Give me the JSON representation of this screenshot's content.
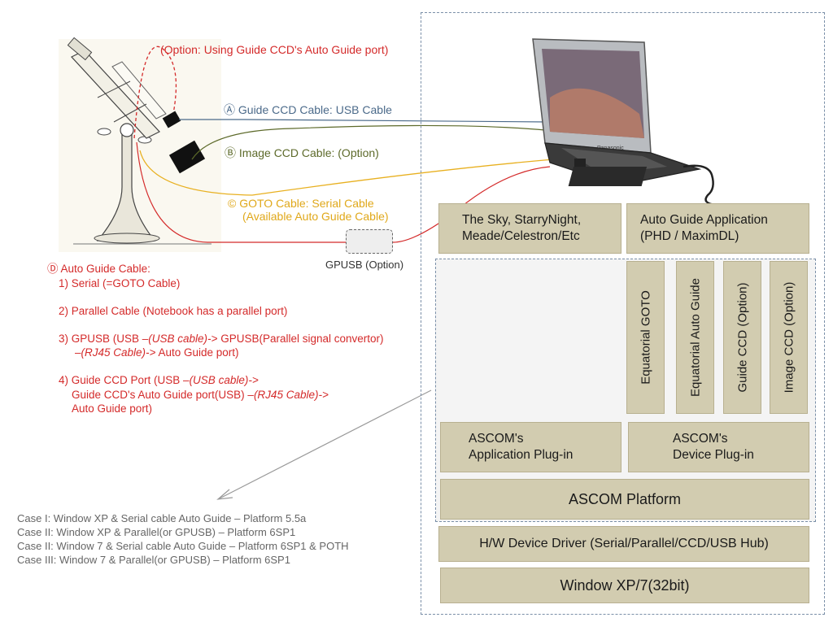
{
  "labels": {
    "option_guide_port": "(Option: Using Guide CCD's Auto Guide port)",
    "cable_a": "Ⓐ Guide CCD Cable: USB Cable",
    "cable_b": "Ⓑ Image CCD Cable: (Option)",
    "cable_c_line1": "© GOTO Cable: Serial Cable",
    "cable_c_line2": "(Available Auto Guide Cable)",
    "gpusb": "GPUSB  (Option)"
  },
  "auto_guide_notes": {
    "title": "Ⓓ Auto Guide Cable:",
    "item1": "1) Serial (=GOTO Cable)",
    "item2": "2) Parallel Cable (Notebook has a parallel port)",
    "item3_a": "3) GPUSB (USB –",
    "item3_b": "(USB cable)->",
    "item3_c": " GPUSB(Parallel signal convertor)",
    "item3_d": "–",
    "item3_e": "(RJ45 Cable)->",
    "item3_f": " Auto Guide port)",
    "item4_a": "4) Guide CCD Port (USB –",
    "item4_b": "(USB cable)->",
    "item4_c": "Guide CCD's Auto Guide port(USB) –",
    "item4_d": "(RJ45 Cable)->",
    "item4_e": "Auto Guide port)"
  },
  "cases": [
    "Case I: Window XP & Serial cable Auto Guide – Platform 5.5a",
    "Case II: Window XP & Parallel(or GPUSB) – Platform 6SP1",
    "Case II: Window 7 & Serial cable Auto Guide – Platform 6SP1 & POTH",
    "Case III: Window 7 & Parallel(or GPUSB) – Platform 6SP1"
  ],
  "stack": {
    "app_planetarium": "The Sky, StarryNight,\nMeade/Celestron/Etc",
    "app_autoguide": "Auto Guide Application\n(PHD / MaximDL)",
    "driver_goto": "Equatorial GOTO",
    "driver_autoguide": "Equatorial Auto Guide",
    "driver_guide_ccd": "Guide CCD (Option)",
    "driver_image_ccd": "Image CCD (Option)",
    "plugin_app": "ASCOM's\nApplication Plug-in",
    "plugin_device": "ASCOM's\nDevice Plug-in",
    "platform": "ASCOM Platform",
    "hw_driver": "H/W Device Driver (Serial/Parallel/CCD/USB Hub)",
    "os": "Window XP/7(32bit)"
  },
  "laptop_brand": "Panasonic",
  "colors": {
    "box_fill": "#d2ccb0",
    "red": "#d42a2a",
    "blue": "#4b6a8a",
    "olive": "#5d6a2a",
    "gold": "#e0a81a"
  }
}
